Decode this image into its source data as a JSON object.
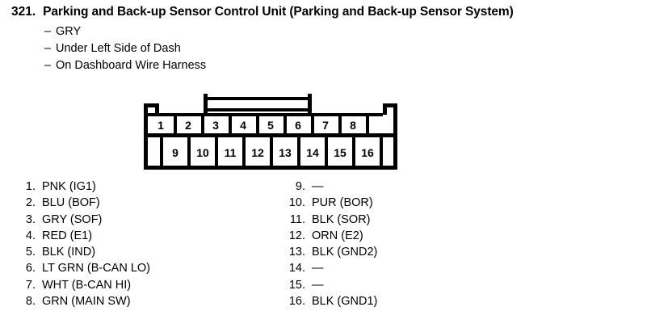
{
  "header": {
    "number": "321.",
    "title": "Parking and Back-up Sensor Control Unit (Parking and Back-up Sensor System)"
  },
  "notes": {
    "dash": "–",
    "items": [
      "GRY",
      "Under Left Side of Dash",
      "On Dashboard Wire Harness"
    ]
  },
  "connector": {
    "top_row_pins": [
      "1",
      "2",
      "3",
      "4",
      "5",
      "6",
      "7",
      "8"
    ],
    "bottom_row_pins": [
      "9",
      "10",
      "11",
      "12",
      "13",
      "14",
      "15",
      "16"
    ]
  },
  "pin_list": {
    "left": [
      {
        "no": "1.",
        "value": "PNK (IG1)"
      },
      {
        "no": "2.",
        "value": "BLU (BOF)"
      },
      {
        "no": "3.",
        "value": "GRY (SOF)"
      },
      {
        "no": "4.",
        "value": "RED (E1)"
      },
      {
        "no": "5.",
        "value": "BLK (IND)"
      },
      {
        "no": "6.",
        "value": "LT GRN (B-CAN LO)"
      },
      {
        "no": "7.",
        "value": "WHT (B-CAN HI)"
      },
      {
        "no": "8.",
        "value": "GRN (MAIN SW)"
      }
    ],
    "right": [
      {
        "no": "9.",
        "value": "—"
      },
      {
        "no": "10.",
        "value": "PUR (BOR)"
      },
      {
        "no": "11.",
        "value": "BLK (SOR)"
      },
      {
        "no": "12.",
        "value": "ORN (E2)"
      },
      {
        "no": "13.",
        "value": "BLK (GND2)"
      },
      {
        "no": "14.",
        "value": "—"
      },
      {
        "no": "15.",
        "value": "—"
      },
      {
        "no": "16.",
        "value": "BLK (GND1)"
      }
    ]
  },
  "colors": {
    "ink": "#000000",
    "background": "#ffffff"
  }
}
